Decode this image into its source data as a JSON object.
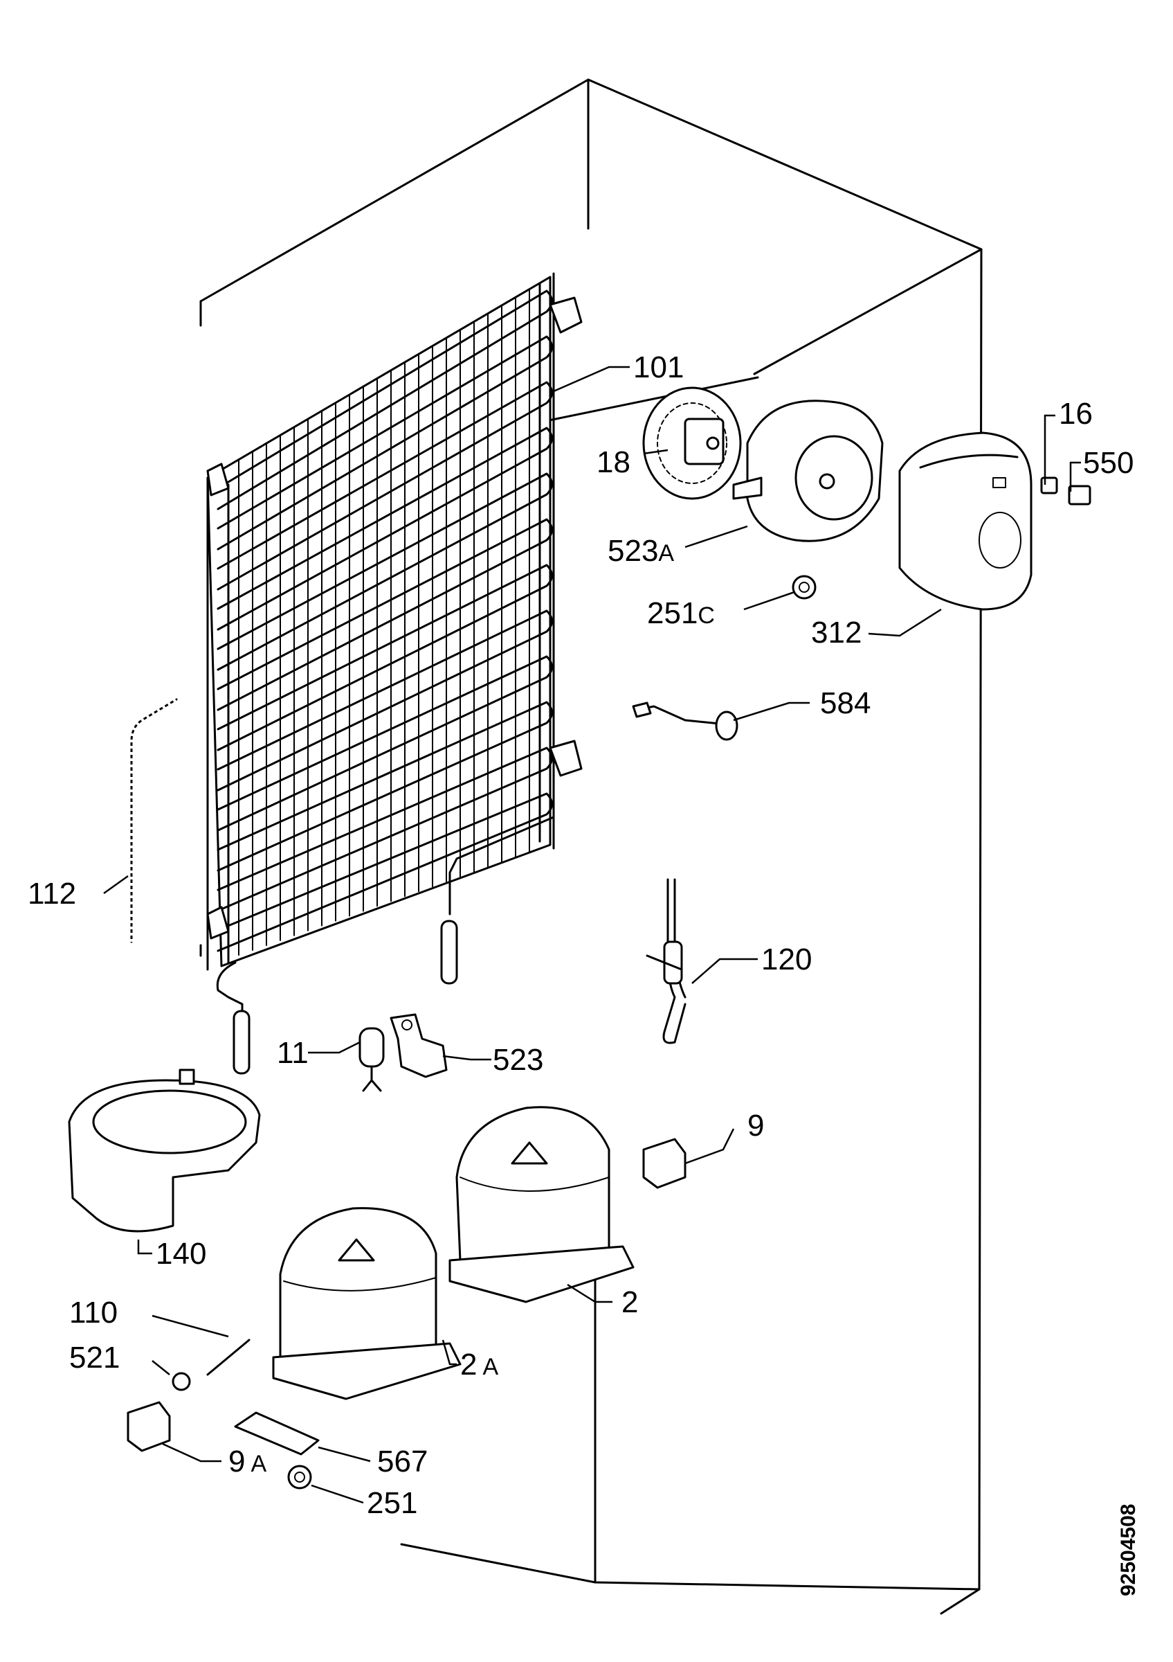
{
  "document_number": "92504508",
  "parts": [
    {
      "ref": "101",
      "name": "condenser"
    },
    {
      "ref": "16",
      "name": "small-clip"
    },
    {
      "ref": "550",
      "name": "small-pad"
    },
    {
      "ref": "18",
      "name": "fan-blade"
    },
    {
      "ref": "523",
      "big": "523",
      "small": "A",
      "name": "fan-shroud"
    },
    {
      "ref": "251",
      "big": "251",
      "small": "C",
      "name": "fan-nut"
    },
    {
      "ref": "312",
      "name": "fan-cover"
    },
    {
      "ref": "584",
      "name": "cable-plug"
    },
    {
      "ref": "112",
      "name": "drain-hose"
    },
    {
      "ref": "120",
      "name": "capillary-tube"
    },
    {
      "ref": "11",
      "name": "drier-filter"
    },
    {
      "ref": "523",
      "name": "bracket"
    },
    {
      "ref": "9",
      "name": "relay-starter"
    },
    {
      "ref": "140",
      "name": "drip-tray"
    },
    {
      "ref": "110",
      "name": "pin"
    },
    {
      "ref": "2",
      "name": "compressor"
    },
    {
      "ref": "521",
      "name": "screw"
    },
    {
      "ref": "2",
      "big": "2",
      "small": "A",
      "name": "compressor-alt"
    },
    {
      "ref": "567",
      "name": "mounting-plate"
    },
    {
      "ref": "9",
      "big": "9",
      "small": "A",
      "name": "relay-starter-alt"
    },
    {
      "ref": "251",
      "name": "nut"
    }
  ]
}
